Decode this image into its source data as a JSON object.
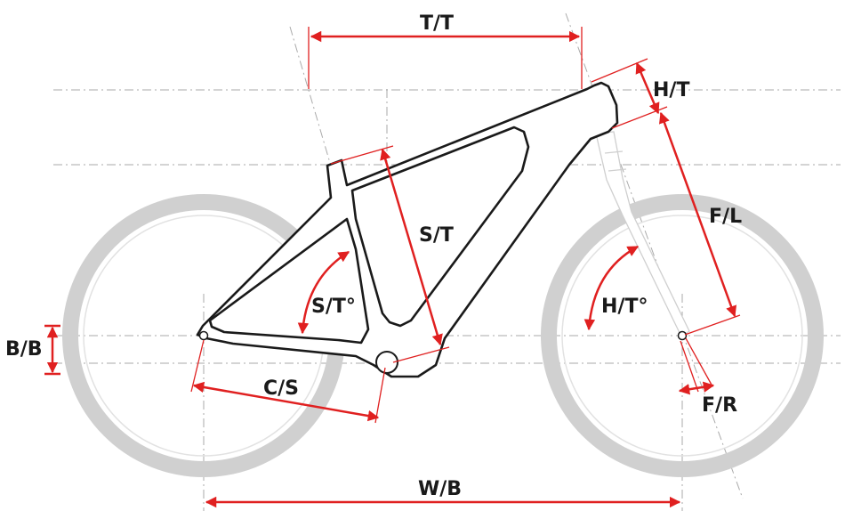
{
  "labels": {
    "top_tube": "T/T",
    "head_tube": "H/T",
    "seat_tube": "S/T",
    "fork_length": "F/L",
    "seat_tube_angle": "S/T°",
    "head_tube_angle": "H/T°",
    "bottom_bracket_drop": "B/B",
    "chainstay": "C/S",
    "fork_rake": "F/R",
    "wheelbase": "W/B"
  },
  "colors": {
    "dimension": "#e02020",
    "frame": "#1a1a1a",
    "wheel": "#d0d0d0",
    "guide": "#aaaaaa"
  }
}
